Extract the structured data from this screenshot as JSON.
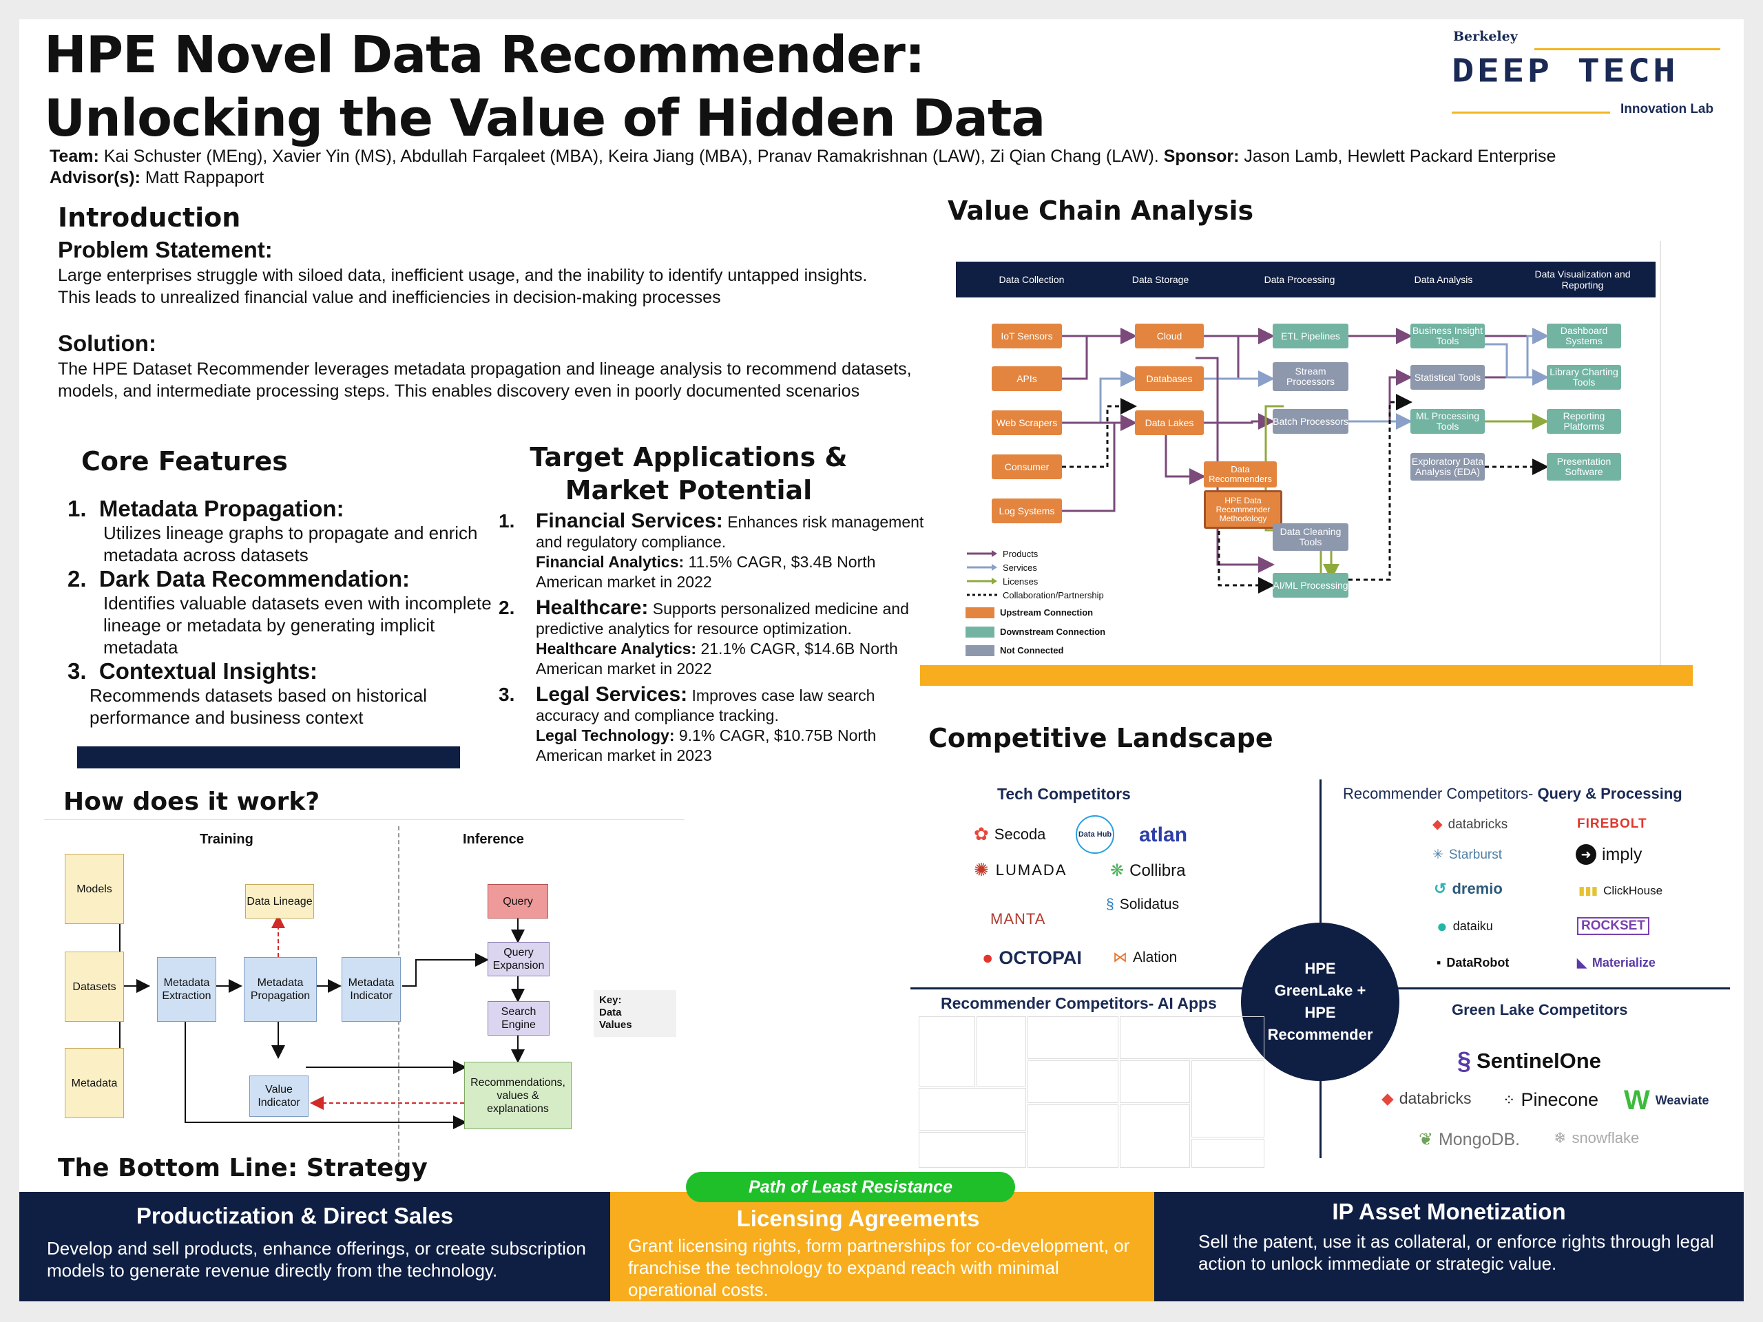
{
  "title": {
    "line1": "HPE Novel Data Recommender:",
    "line2": "Unlocking the Value of Hidden Data"
  },
  "logo": {
    "top": "Berkeley",
    "main": "DEEP TECH",
    "sub": "Innovation Lab"
  },
  "team": {
    "team_label": "Team:",
    "team_text": " Kai Schuster (MEng), Xavier Yin (MS), Abdullah Farqaleet (MBA), Keira Jiang (MBA), Pranav Ramakrishnan (LAW), Zi Qian Chang (LAW). ",
    "sponsor_label": "Sponsor:",
    "sponsor_text": " Jason Lamb, Hewlett Packard Enterprise",
    "advisor_label": "Advisor(s):",
    "advisor_text": " Matt Rappaport"
  },
  "intro": {
    "heading": "Introduction",
    "problem_heading": "Problem Statement:",
    "problem_text": "Large enterprises struggle with siloed data, inefficient usage, and the inability to identify untapped insights. This leads to unrealized financial value and inefficiencies in decision-making processes",
    "solution_heading": "Solution:",
    "solution_text": "The HPE Dataset Recommender leverages metadata propagation and lineage analysis to recommend datasets, models, and intermediate processing steps. This enables discovery even in poorly documented scenarios"
  },
  "core": {
    "heading": "Core Features",
    "items": [
      {
        "num": "1.",
        "title": "Metadata Propagation:",
        "text": "Utilizes lineage graphs to propagate and enrich metadata across datasets"
      },
      {
        "num": "2.",
        "title": "Dark Data Recommendation:",
        "text": "Identifies valuable datasets even with incomplete lineage or metadata by generating implicit metadata"
      },
      {
        "num": "3.",
        "title": "Contextual Insights:",
        "text": "Recommends datasets based on historical performance and business context"
      }
    ]
  },
  "target": {
    "heading": "Target Applications & Market Potential",
    "items": [
      {
        "num": "1.",
        "title": "Financial Services:",
        "text": " Enhances risk management and regulatory compliance.",
        "stat_label": "Financial Analytics:",
        "stat": " 11.5% CAGR, $3.4B North American market in 2022"
      },
      {
        "num": "2.",
        "title": "Healthcare:",
        "text": " Supports personalized medicine and predictive analytics for resource optimization.",
        "stat_label": "Healthcare Analytics:",
        "stat": " 21.1% CAGR, $14.6B North American market in 2022"
      },
      {
        "num": "3.",
        "title": "Legal Services:",
        "text": " Improves case law search accuracy and compliance tracking.",
        "stat_label": "Legal Technology:",
        "stat": " 9.1% CAGR, $10.75B North American market in 2023"
      }
    ]
  },
  "how": {
    "heading": "How does it work?",
    "training": "Training",
    "inference": "Inference",
    "boxes": {
      "models": "Models",
      "datasets": "Datasets",
      "metadata": "Metadata",
      "extraction": "Metadata Extraction",
      "lineage": "Data Lineage",
      "propagation": "Metadata Propagation",
      "indicator": "Metadata Indicator",
      "value": "Value Indicator",
      "query": "Query",
      "expansion": "Query Expansion",
      "search": "Search Engine",
      "recs": "Recommendations, values & explanations"
    },
    "key": {
      "title": "Key:",
      "data": "Data",
      "values": "Values"
    }
  },
  "value_chain": {
    "heading": "Value Chain Analysis",
    "columns": [
      "Data Collection",
      "Data Storage",
      "Data Processing",
      "Data Analysis",
      "Data Visualization and Reporting"
    ],
    "collection": [
      "IoT Sensors",
      "APIs",
      "Web Scrapers",
      "Consumer",
      "Log Systems"
    ],
    "storage": [
      "Cloud",
      "Databases",
      "Data Lakes"
    ],
    "recommenders": "Data Recommenders",
    "hpe_method": "HPE Data Recommender Methodology",
    "processing": [
      "ETL Pipelines",
      "Stream Processors",
      "Batch Processors",
      "Data Cleaning Tools",
      "AI/ML Processing"
    ],
    "analysis": [
      "Business Insight Tools",
      "Statistical Tools",
      "ML Processing Tools",
      "Exploratory Data Analysis (EDA)"
    ],
    "viz": [
      "Dashboard Systems",
      "Library Charting Tools",
      "Reporting Platforms",
      "Presentation Software"
    ],
    "legend": [
      "Products",
      "Services",
      "Licenses",
      "Collaboration/Partnership",
      "Upstream Connection",
      "Downstream Connection",
      "Not Connected"
    ]
  },
  "competitive": {
    "heading": "Competitive Landscape",
    "tech_heading": "Tech Competitors",
    "tech": [
      "Secoda",
      "Data Hub",
      "atlan",
      "LUMADA",
      "Collibra",
      "Solidatus",
      "MANTA",
      "OCTOPAI",
      "Alation"
    ],
    "query_heading_a": "Recommender Competitors- ",
    "query_heading_b": "Query & Processing",
    "query": [
      "databricks",
      "FIREBOLT",
      "Starburst",
      "imply",
      "dremio",
      "ClickHouse",
      "dataiku",
      "ROCKSET",
      "DataRobot",
      "Materialize"
    ],
    "center": "HPE GreenLake + HPE Recommender",
    "ai_heading": "Recommender Competitors- AI Apps",
    "green_heading": "Green Lake Competitors",
    "green": [
      "SentinelOne",
      "databricks",
      "Pinecone",
      "Weaviate",
      "MongoDB.",
      "snowflake"
    ]
  },
  "strategy": {
    "heading": "The Bottom Line: Strategy",
    "pill": "Path of Least Resistance",
    "cols": [
      {
        "title": "Productization & Direct Sales",
        "text": "Develop and sell products, enhance offerings, or create subscription models to generate revenue directly from the technology."
      },
      {
        "title": "Licensing Agreements",
        "text": "Grant licensing rights, form partnerships for co-development, or franchise the technology to expand reach with minimal operational costs."
      },
      {
        "title": "IP Asset Monetization",
        "text": "Sell the patent, use it as collateral, or enforce rights through legal action to unlock immediate or strategic value."
      }
    ]
  },
  "colors": {
    "navy": "#0f1e43",
    "orange": "#f7ad1d",
    "green_pill": "#1fbf2a"
  }
}
